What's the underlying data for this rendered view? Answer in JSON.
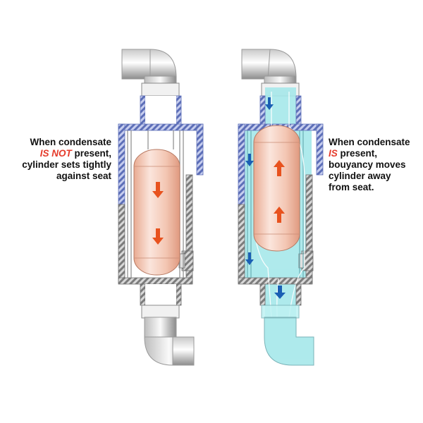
{
  "colors": {
    "accent_red": "#e53a2a",
    "arrow_orange": "#e8521e",
    "arrow_blue": "#1a5fb4",
    "condensate": "#a6e8ea",
    "cylinder": "#f1c4b2",
    "steel_gray": "#9c9c9c",
    "seat_blue": "#8f9fd6"
  },
  "left_caption": {
    "line1": "When condensate",
    "line2_em": "IS NOT",
    "line2_rest": " present,",
    "line3": "cylinder sets tightly",
    "line4": "against seat"
  },
  "right_caption": {
    "line1": "When condensate",
    "line2_em": "IS",
    "line2_rest": " present,",
    "line3": "bouyancy moves",
    "line4": "cylinder away",
    "line5": "from seat."
  },
  "diagrams": {
    "left": {
      "state": "no-condensate",
      "cylinder_arrows": "down",
      "arrow_icon": "arrow-down-icon"
    },
    "right": {
      "state": "condensate",
      "cylinder_arrows": "up",
      "flow_arrows": "down",
      "arrow_icon": "arrow-up-icon"
    }
  }
}
